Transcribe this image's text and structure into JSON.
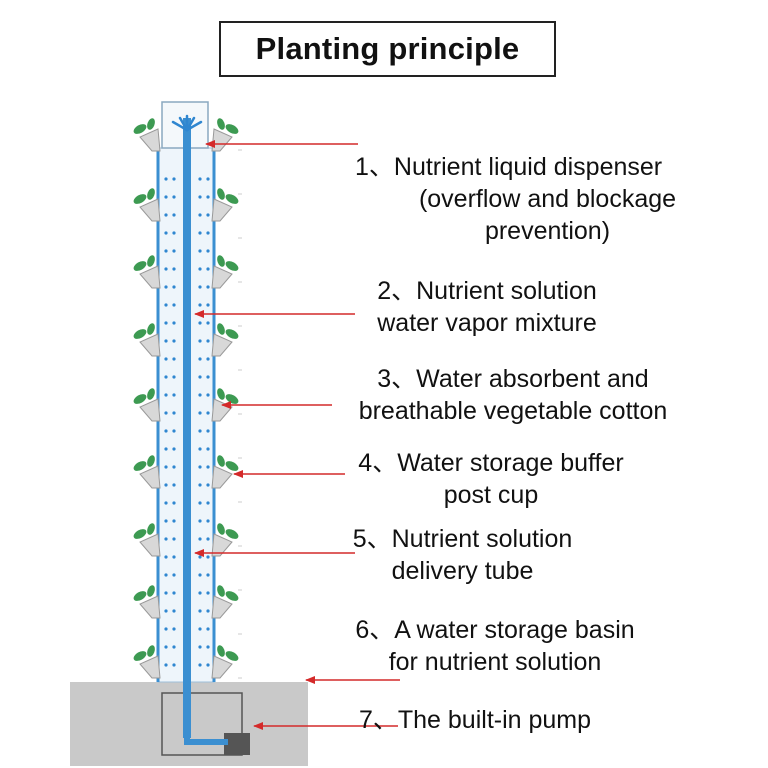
{
  "title": "Planting principle",
  "labels": [
    {
      "lines": [
        "1、Nutrient liquid dispenser",
        "(overflow and blockage",
        "prevention)"
      ]
    },
    {
      "lines": [
        "2、Nutrient solution",
        "water vapor mixture"
      ]
    },
    {
      "lines": [
        "3、Water absorbent and",
        "breathable vegetable cotton"
      ]
    },
    {
      "lines": [
        "4、Water storage buffer",
        "post cup"
      ]
    },
    {
      "lines": [
        "5、Nutrient solution",
        "delivery tube"
      ]
    },
    {
      "lines": [
        "6、A water storage basin",
        "for nutrient solution"
      ]
    },
    {
      "lines": [
        "7、The built-in pump"
      ]
    }
  ],
  "colors": {
    "pipe": "#3b8fd1",
    "water": "#2f86d0",
    "leaf": "#3d9a52",
    "cup": "#d8d8d8",
    "basin": "#c9c9c9",
    "arrow": "#d42a2a",
    "pump": "#555555"
  }
}
